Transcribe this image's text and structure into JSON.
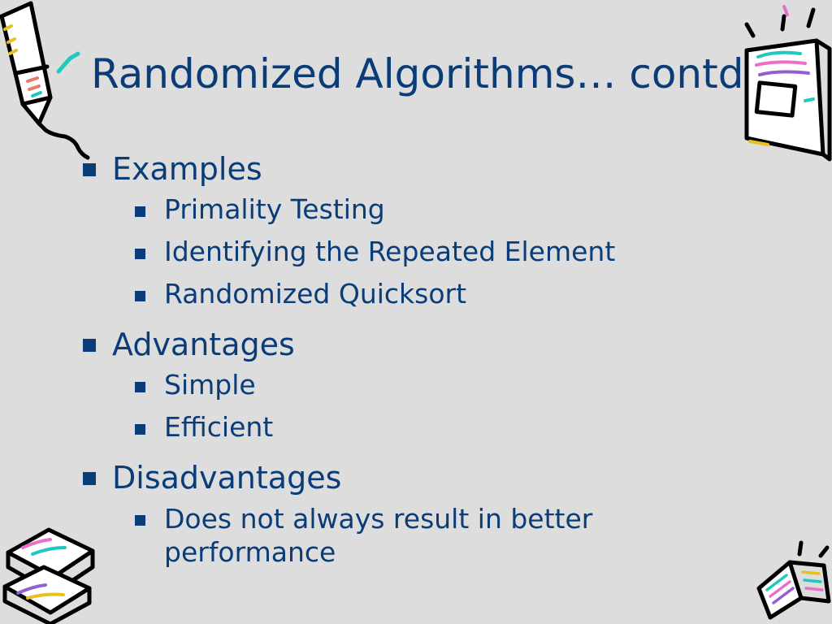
{
  "slide": {
    "title": "Randomized Algorithms… contd",
    "sections": [
      {
        "label": "Examples",
        "items": [
          "Primality Testing",
          "Identifying the Repeated Element",
          "Randomized Quicksort"
        ]
      },
      {
        "label": "Advantages",
        "items": [
          "Simple",
          "Efficient"
        ]
      },
      {
        "label": "Disadvantages",
        "items": [
          "Does not always result in better performance"
        ]
      }
    ]
  },
  "colors": {
    "background": "#dddddd",
    "text": "#0a3c78"
  },
  "icons": [
    "pencil-clipart-icon",
    "notebook-clipart-icon",
    "books-stack-clipart-icon",
    "open-book-clipart-icon"
  ]
}
